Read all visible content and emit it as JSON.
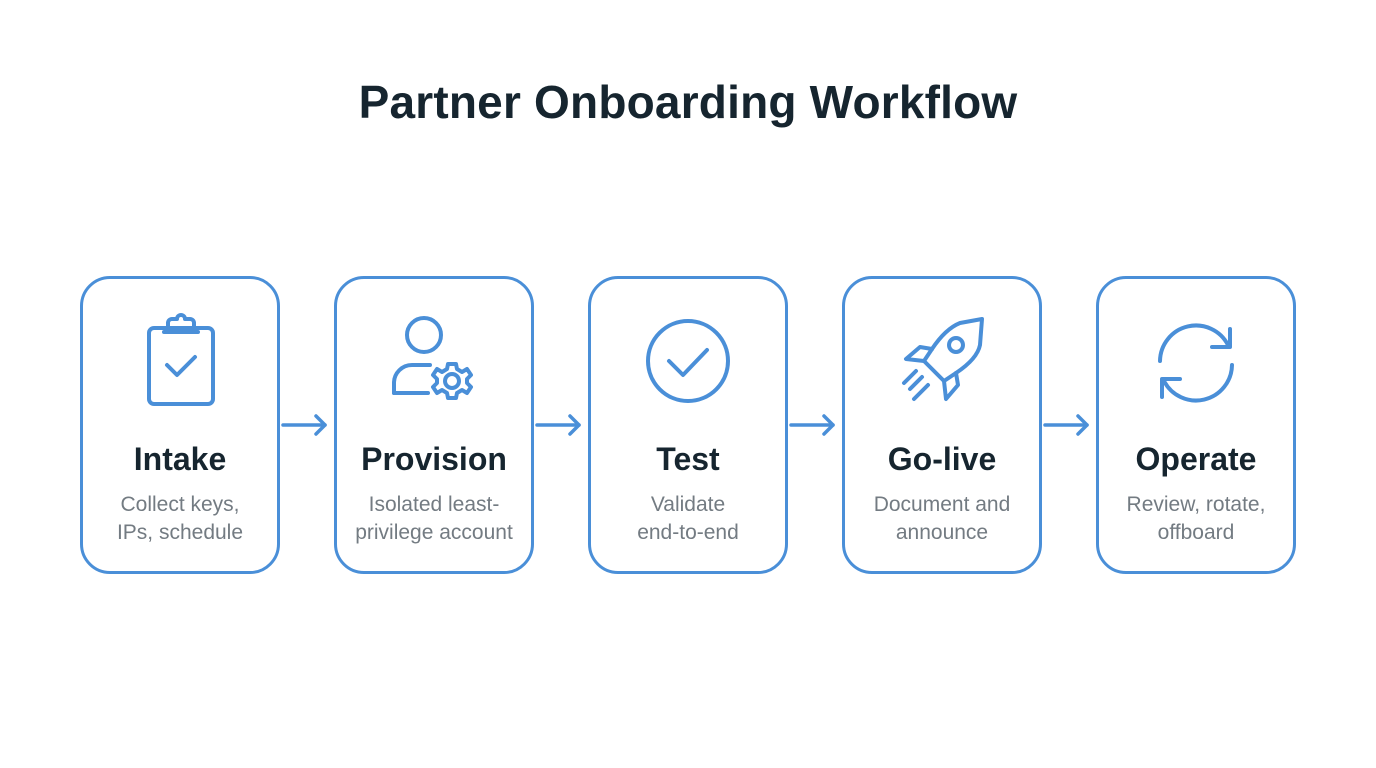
{
  "diagram": {
    "title": "Partner Onboarding Workflow",
    "accent_color": "#4a8fd8",
    "steps": [
      {
        "title": "Intake",
        "desc_line1": "Collect keys,",
        "desc_line2": "IPs, schedule",
        "icon": "clipboard-check-icon"
      },
      {
        "title": "Provision",
        "desc_line1": "Isolated least-",
        "desc_line2": "privilege account",
        "icon": "user-gear-icon"
      },
      {
        "title": "Test",
        "desc_line1": "Validate",
        "desc_line2": "end-to-end",
        "icon": "check-circle-icon"
      },
      {
        "title": "Go-live",
        "desc_line1": "Document and",
        "desc_line2": "announce",
        "icon": "rocket-icon"
      },
      {
        "title": "Operate",
        "desc_line1": "Review, rotate,",
        "desc_line2": "offboard",
        "icon": "refresh-icon"
      }
    ]
  }
}
